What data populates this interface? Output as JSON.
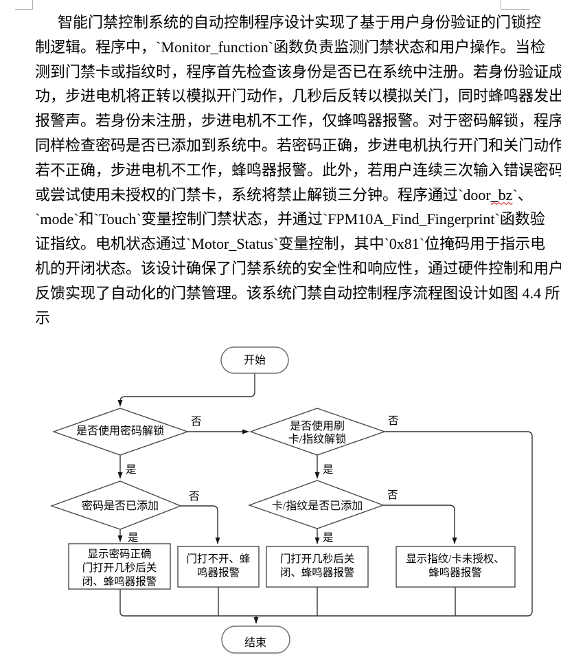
{
  "paragraph": {
    "lines": [
      {
        "text": "智能门禁控制系统的自动控制程序设计实现了基于用户身份验证的门锁控"
      },
      {
        "text": "制逻辑。程序中，`Monitor_function`函数负责监测门禁状态和用户操作。当检"
      },
      {
        "text": "测到门禁卡或指纹时，程序首先检查该身份是否已在系统中注册。若身份验证成"
      },
      {
        "text": "功，步进电机将正转以模拟开门动作，几秒后反转以模拟关门，同时蜂鸣器发出"
      },
      {
        "text": "报警声。若身份未注册，步进电机不工作，仅蜂鸣器报警。对于密码解锁，程序"
      },
      {
        "text": "同样检查密码是否已添加到系统中。若密码正确，步进电机执行开门和关门动作；"
      },
      {
        "text": "若不正确，步进电机不工作，蜂鸣器报警。此外，若用户连续三次输入错误密码"
      },
      {
        "pre": "或尝试使用未授权的门禁卡，系统将禁止解锁三分钟。程序通过`door",
        "flagged": "_bz",
        "post": "`、"
      },
      {
        "text": "`mode`和`Touch`变量控制门禁状态，并通过`FPM10A_Find_Fingerprint`函数验"
      },
      {
        "text": "证指纹。电机状态通过`Motor_Status`变量控制，其中`0x81`位掩码用于指示电"
      },
      {
        "text": "机的开闭状态。该设计确保了门禁系统的安全性和响应性，通过硬件控制和用户"
      },
      {
        "text": "反馈实现了自动化的门禁管理。该系统门禁自动控制程序流程图设计如图 4.4 所"
      },
      {
        "text": "示"
      }
    ]
  },
  "flowchart": {
    "start": "开始",
    "end": "结束",
    "yes": "是",
    "no": "否",
    "decisions": {
      "password_unlock": "是否使用密码解锁",
      "card_unlock_line1": "是否使用刷",
      "card_unlock_line2": "卡/指纹解锁",
      "password_added": "密码是否已添加",
      "card_added": "卡/指纹是否已添加"
    },
    "processes": {
      "password_ok_line1": "显示密码正确",
      "password_ok_line2": "门打开几秒后关",
      "password_ok_line3": "闭、蜂鸣器报警",
      "door_not_open_line1": "门打不开、蜂",
      "door_not_open_line2": "鸣器报警",
      "door_open_close_line1": "门打开几秒后关",
      "door_open_close_line2": "闭、蜂鸣器报警",
      "unauthorized_line1": "显示指纹/卡未授权、",
      "unauthorized_line2": "蜂鸣器报警"
    }
  }
}
